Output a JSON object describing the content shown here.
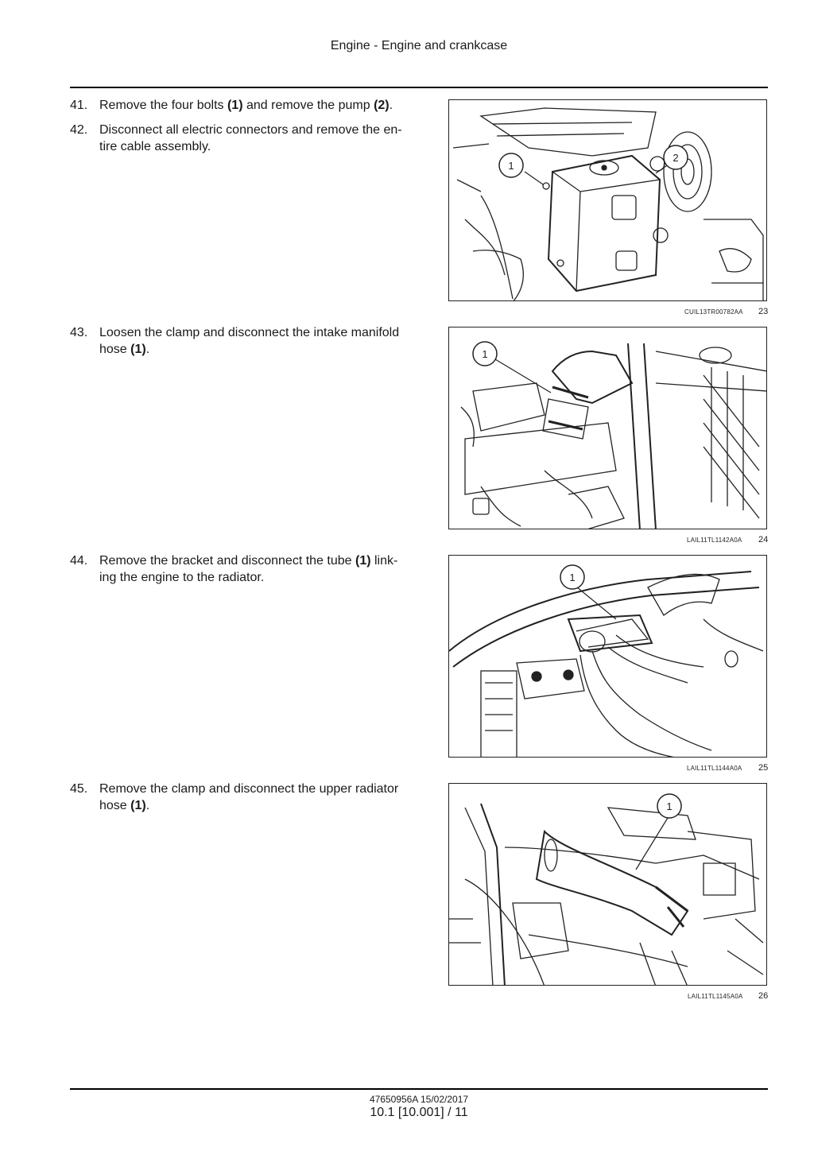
{
  "header": {
    "title": "Engine - Engine and crankcase"
  },
  "steps": [
    {
      "num": "41.",
      "text": "Remove the four bolts <b>(1)</b> and remove the pump <b>(2)</b>."
    },
    {
      "num": "42.",
      "text": "Disconnect all electric connectors and remove the en-<br>tire cable assembly."
    },
    {
      "num": "43.",
      "text": "Loosen the clamp and disconnect the intake manifold<br>hose <b>(1)</b>."
    },
    {
      "num": "44.",
      "text": "Remove the bracket and disconnect the tube <b>(1)</b> link-<br>ing the engine to the radiator."
    },
    {
      "num": "45.",
      "text": "Remove the clamp and disconnect the upper radiator<br>hose <b>(1)</b>."
    }
  ],
  "figures": [
    {
      "code": "CUIL13TR00782AA",
      "number": "23",
      "callouts": [
        "1",
        "2"
      ]
    },
    {
      "code": "LAIL11TL1142A0A",
      "number": "24",
      "callouts": [
        "1"
      ]
    },
    {
      "code": "LAIL11TL1144A0A",
      "number": "25",
      "callouts": [
        "1"
      ]
    },
    {
      "code": "LAIL11TL1145A0A",
      "number": "26",
      "callouts": [
        "1"
      ]
    }
  ],
  "footer": {
    "doc": "47650956A 15/02/2017",
    "page": "10.1 [10.001] / 11"
  }
}
